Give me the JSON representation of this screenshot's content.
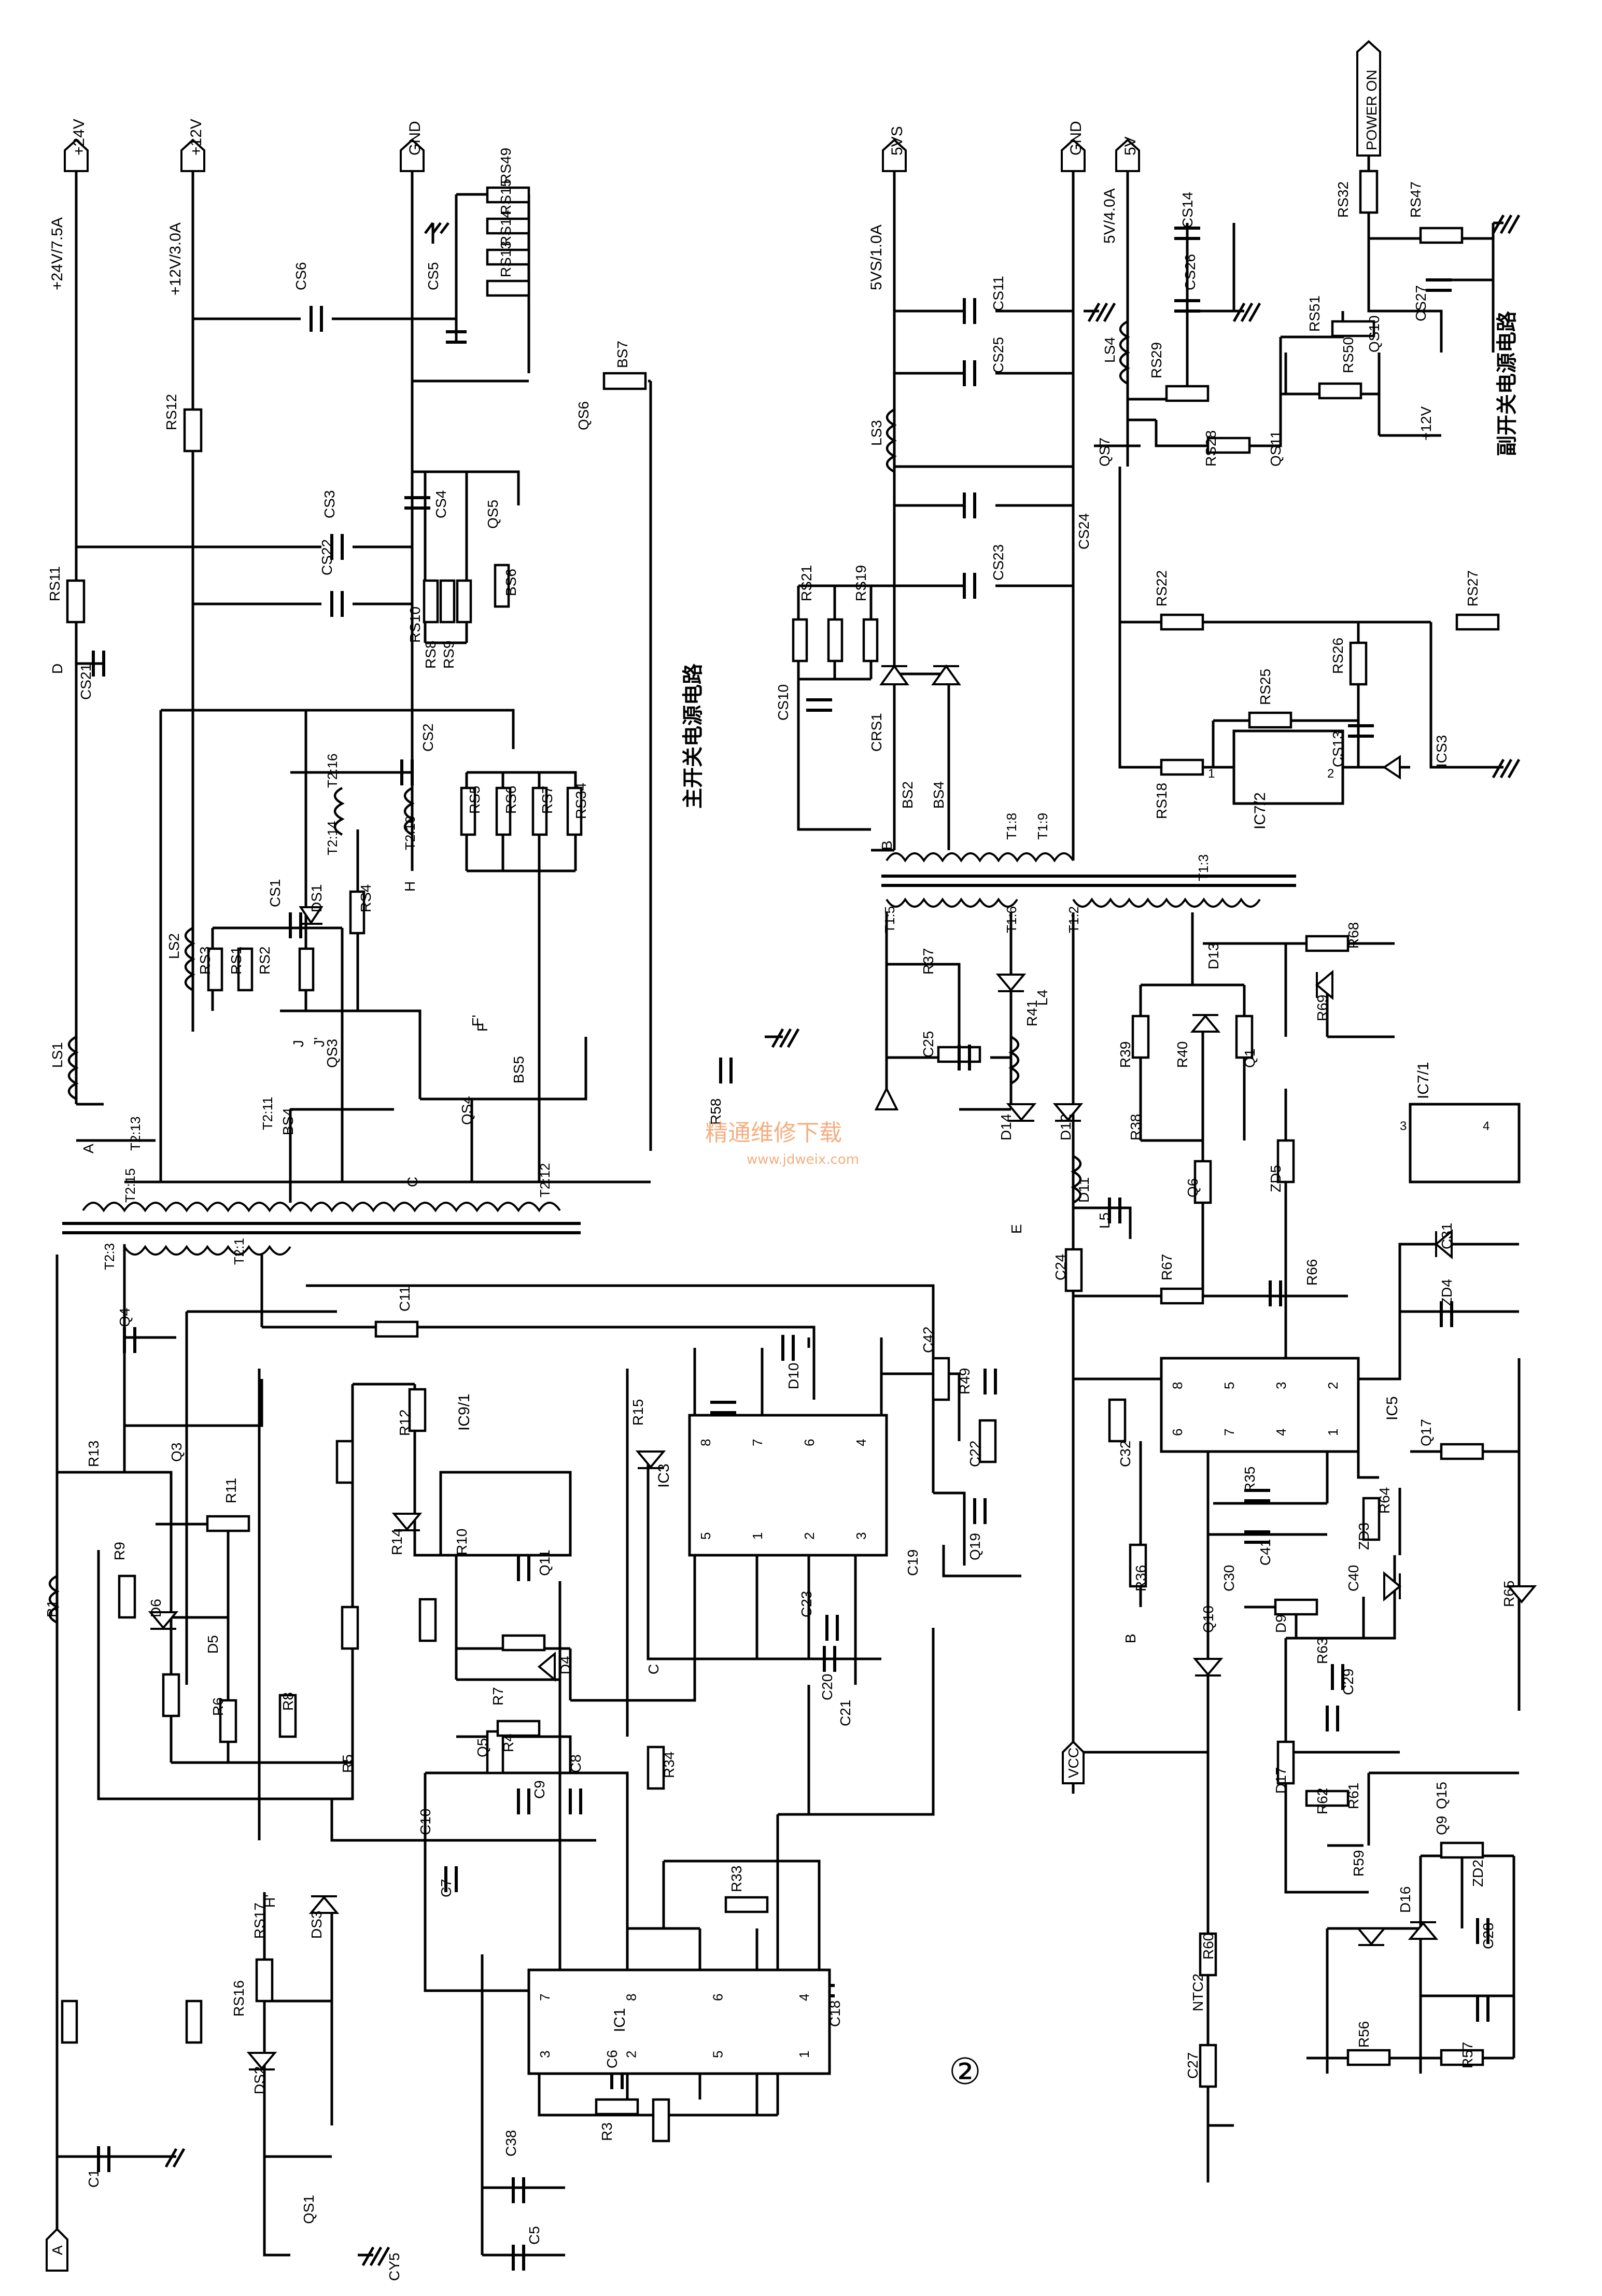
{
  "title_main": "主开关电源电路",
  "title_standby": "副开关电源电路",
  "circle_number": "②",
  "watermark": {
    "cn": "精通维修下载",
    "url": "www.jdweix.com",
    "color": "#f4a06a"
  },
  "rails": [
    {
      "id": "p24",
      "label": "+24V",
      "spec": "+24V/7.5A"
    },
    {
      "id": "p12",
      "label": "+12V",
      "spec": "+12V/3.0A"
    },
    {
      "id": "gnd1",
      "label": "GND"
    },
    {
      "id": "p5vs",
      "label": "5VS",
      "spec": "5VS/1.0A"
    },
    {
      "id": "gnd2",
      "label": "GND"
    },
    {
      "id": "p5v",
      "label": "5V",
      "spec": "5V/4.0A"
    },
    {
      "id": "pon",
      "label": "POWER ON"
    }
  ],
  "connectors": [
    "A",
    "D",
    "H",
    "E",
    "F",
    "B",
    "C",
    "H'",
    "J",
    "VCC",
    "+12V",
    "F'",
    "J'"
  ],
  "ics": [
    {
      "id": "IC1",
      "pins": [
        "7",
        "8",
        "6",
        "4",
        "3",
        "2",
        "5",
        "1"
      ]
    },
    {
      "id": "IC3",
      "pins": [
        "8",
        "7",
        "6",
        "4",
        "5",
        "1",
        "2",
        "3"
      ]
    },
    {
      "id": "IC5",
      "pins": [
        "8",
        "5",
        "3",
        "2",
        "6",
        "7",
        "4",
        "1"
      ]
    },
    {
      "id": "IC9/1"
    },
    {
      "id": "IC7/1"
    },
    {
      "id": "IC7/2"
    }
  ],
  "pin_labels": [
    "1",
    "2",
    "3",
    "4"
  ],
  "transformer_taps": [
    "T2:13",
    "T2:15",
    "T2:11",
    "T2:14",
    "T2:16",
    "T2:10",
    "T2:12",
    "T2:3",
    "T2:1",
    "T1:5",
    "T1:6",
    "T1:2",
    "T1:3",
    "T1:8",
    "T1:9"
  ],
  "node_labels": [
    "A",
    "B",
    "C"
  ],
  "labels": [
    "LS1",
    "LS2",
    "LS3",
    "LS4",
    "RS11",
    "RS12",
    "RS49",
    "RS15",
    "RS14",
    "RS13",
    "CS6",
    "CS5",
    "CS21",
    "CS22",
    "CS3",
    "CS4",
    "RS10",
    "RS8",
    "RS9",
    "QS5",
    "BS6",
    "CS2",
    "RS5",
    "RS6",
    "RS7",
    "RS34",
    "QS6",
    "BS7",
    "RS1",
    "RS2",
    "RS3",
    "CS1",
    "DS1",
    "RS4",
    "QS3",
    "BS4",
    "BS5",
    "QS4",
    "RS19",
    "RS21",
    "CS10",
    "CRS1",
    "BS2",
    "BS4",
    "CS25",
    "CS11",
    "CS23",
    "CS24",
    "QS7",
    "RS29",
    "CS26",
    "CS14",
    "RS28",
    "QS11",
    "RS51",
    "RS50",
    "QS10",
    "RS32",
    "RS47",
    "CS27",
    "RS22",
    "RS25",
    "RS26",
    "RS27",
    "CS13",
    "ICS3",
    "RS18",
    "B1",
    "C1",
    "RS16",
    "DS2",
    "RS17",
    "DS3",
    "QS1",
    "C38",
    "C5",
    "R3",
    "C6",
    "C18",
    "C7",
    "R4",
    "C8",
    "R33",
    "R34",
    "Q5",
    "C9",
    "R7",
    "D4",
    "R10",
    "Q11",
    "C10",
    "R5",
    "R12",
    "R14",
    "D6",
    "D5",
    "R6",
    "R8",
    "R9",
    "R11",
    "R13",
    "Q3",
    "Q4",
    "C11",
    "R15",
    "D10",
    "C23",
    "C20",
    "C21",
    "C19",
    "Q19",
    "C42",
    "R49",
    "C22",
    "R37",
    "C25",
    "R41",
    "L4",
    "D14",
    "D12",
    "D11",
    "L5",
    "C24",
    "R38",
    "Q6",
    "R39",
    "R40",
    "D13",
    "Q1",
    "R68",
    "R69",
    "ZD5",
    "R67",
    "R66",
    "C31",
    "ZD4",
    "C32",
    "R36",
    "R35",
    "C41",
    "C30",
    "Q10",
    "D9",
    "R63",
    "C29",
    "C40",
    "ZD3",
    "R64",
    "Q17",
    "R65",
    "D17",
    "R62",
    "R61",
    "Q15",
    "Q9",
    "R60",
    "NTC2",
    "R59",
    "D16",
    "ZD2",
    "C28",
    "C27",
    "R56",
    "R57",
    "R58",
    "CY5"
  ]
}
